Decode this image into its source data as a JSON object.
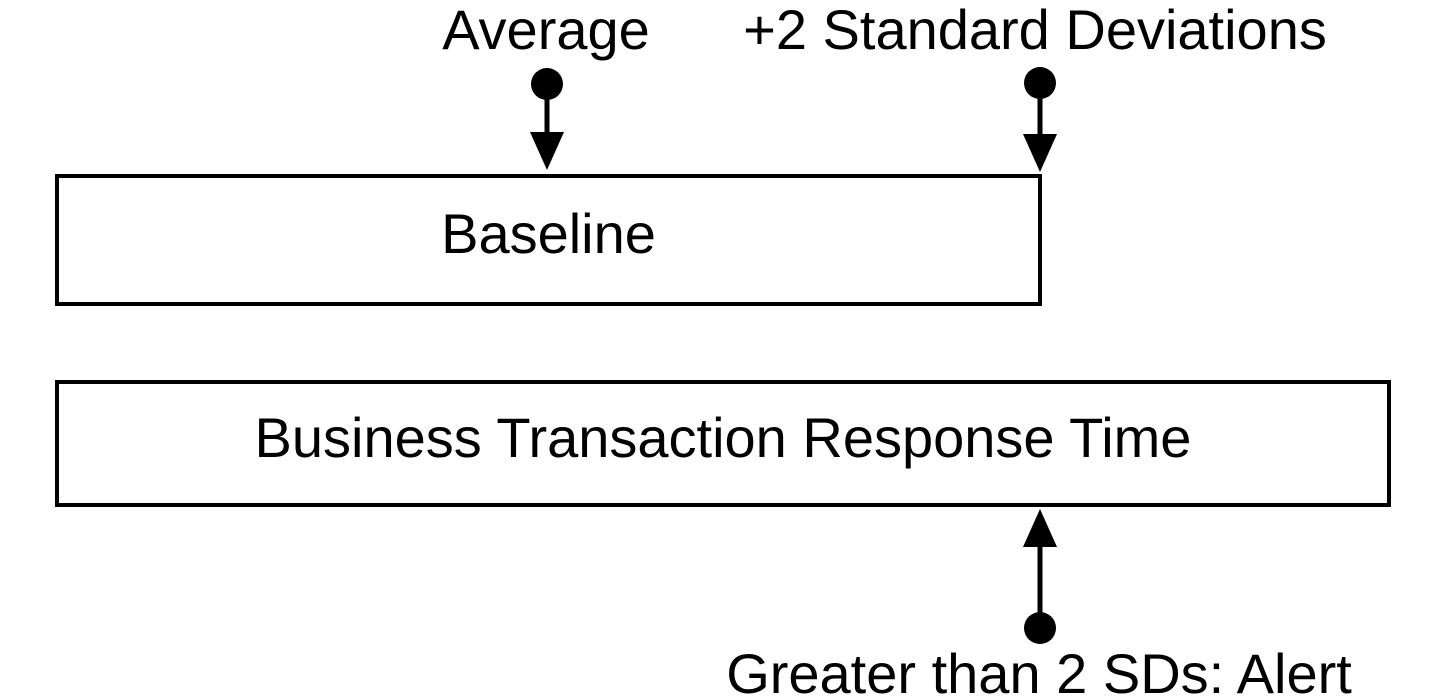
{
  "diagram": {
    "background_color": "#ffffff",
    "ink_color": "#000000",
    "boxes": {
      "baseline": {
        "label": "Baseline"
      },
      "business_transaction": {
        "label": "Business Transaction Response Time"
      }
    },
    "annotations": {
      "average": {
        "label": "Average"
      },
      "plus_two_sd": {
        "label": "+2 Standard Deviations"
      },
      "alert": {
        "label": "Greater than 2 SDs: Alert"
      }
    },
    "icons": {
      "average_pointer": "pin-down-arrow-icon",
      "plus_two_sd_pointer": "pin-down-arrow-icon",
      "alert_pointer": "pin-up-arrow-icon"
    }
  }
}
